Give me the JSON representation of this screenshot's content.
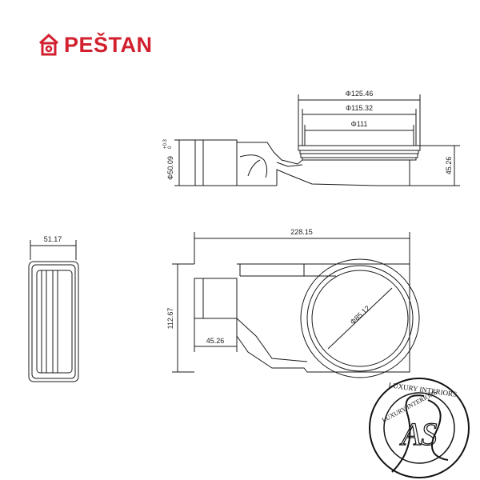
{
  "brand": {
    "name": "PEŠTAN",
    "color": "#d2202f"
  },
  "drawing": {
    "line_color": "#1a1a1a",
    "top_view": {
      "dim_outer": "Φ125.46",
      "dim_middle": "Φ115.32",
      "dim_inner": "Φ111",
      "dim_height": "45.26",
      "dim_outlet": "Φ50.09",
      "dim_outlet_tol_upper": "+0.3",
      "dim_outlet_tol_lower": "0"
    },
    "side_view": {
      "dim_width": "51.17"
    },
    "front_view": {
      "dim_length": "228.15",
      "dim_height": "112.67",
      "dim_outlet_length": "45.26",
      "dim_bowl": "Φ85.12"
    }
  },
  "watermark": {
    "text_top": "LUXURY INTERIORS",
    "text_inner": "LUXURY INTERIORS",
    "monogram": "AS"
  }
}
